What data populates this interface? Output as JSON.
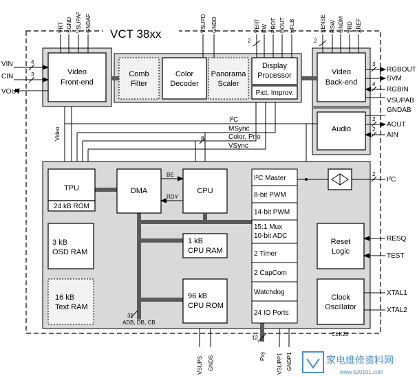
{
  "title": "VCT 38xx",
  "video_chain": {
    "video_frontend": [
      "Video",
      "Front-end"
    ],
    "comb_filter": [
      "Comb",
      "Filter"
    ],
    "color_decoder": [
      "Color",
      "Decoder"
    ],
    "panorama_scaler": [
      "Panorama",
      "Scaler"
    ],
    "display_processor": [
      "Display",
      "Processor"
    ],
    "pict_improv": "Pict. Improv.",
    "video_backend": [
      "Video",
      "Back-end"
    ],
    "audio": "Audio"
  },
  "top_pins": {
    "frontend": [
      "VRT",
      "SGND",
      "VSUPAF",
      "GNDAF"
    ],
    "scaler": [
      "VSUPD",
      "GNDD"
    ],
    "display": [
      "VERT",
      "EW",
      "PROT",
      "HOUT",
      "HFLB"
    ],
    "backend": [
      "SENSE",
      "RSW",
      "GNDM",
      "VRD",
      "XREF"
    ]
  },
  "left_pins": [
    "VIN",
    "CIN",
    "VOUT"
  ],
  "right_pins": [
    "RGBOUT",
    "SVM",
    "RGBIN",
    "VSUPAB",
    "GNDAB",
    "AOUT",
    "AIN"
  ],
  "bus_counts": {
    "vin": "4",
    "cin": "3",
    "display_top": "2",
    "backend_top": "2",
    "rgbout": "3",
    "rgbin": "4",
    "aout": "2",
    "ain": "2",
    "ctrl_bus": "8",
    "i2c": "2",
    "adb": "31",
    "pxy": "12"
  },
  "signals": {
    "i2c": "I²C",
    "msync": "MSync",
    "color_prio": "Color, Prio",
    "vsync": "VSync",
    "video": "Video",
    "be": "BE",
    "rdy": "RDY",
    "bus_label": "ADB, DB, CB",
    "clk": "CLK20"
  },
  "controller": {
    "tpu": "TPU",
    "tpu_rom": "24 kB ROM",
    "dma": "DMA",
    "cpu": "CPU",
    "osd_ram": [
      "3 kB",
      "OSD RAM"
    ],
    "cpu_ram": [
      "1 kB",
      "CPU RAM"
    ],
    "text_ram": [
      "16 kB",
      "Text RAM"
    ],
    "cpu_rom": [
      "96 kB",
      "CPU ROM"
    ],
    "peripherals": [
      "I²C Master",
      "8-bit PWM",
      "14-bit PWM",
      "15:1 Mux",
      "10-bit ADC",
      "2 Timer",
      "2 CapCom",
      "Watchdog",
      "24 IO Ports"
    ],
    "reset_logic": [
      "Reset",
      "Logic"
    ],
    "clock_osc": [
      "Clock",
      "Oscillator"
    ]
  },
  "ctrl_right_pins": [
    "I²C",
    "RESQ",
    "TEST",
    "XTAL1",
    "XTAL2"
  ],
  "bottom_pins": [
    "VSUPS",
    "GNDS",
    "Pxy",
    "VSUPP1",
    "GNDP1"
  ],
  "watermark": {
    "text": "家电维修资料网",
    "url": "www.520101.com"
  }
}
